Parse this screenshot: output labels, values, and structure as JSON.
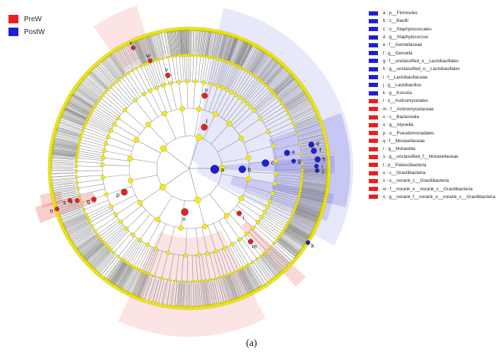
{
  "colors": {
    "prew": "#e8211f",
    "postw": "#1d1fd6",
    "node": "#f2ea1c",
    "edge": "#8c8c8c"
  },
  "groups": [
    {
      "label": "PreW",
      "color": "#e8211f"
    },
    {
      "label": "PostW",
      "color": "#1d1fd6"
    }
  ],
  "biomarkers": [
    {
      "key": "a",
      "group": "PostW",
      "text": "a : p__Firmicutes"
    },
    {
      "key": "b",
      "group": "PostW",
      "text": "b : c__Bacilli"
    },
    {
      "key": "c",
      "group": "PostW",
      "text": "c : o__Staphylococcales"
    },
    {
      "key": "d",
      "group": "PostW",
      "text": "d : g__Staphylococcus"
    },
    {
      "key": "e",
      "group": "PostW",
      "text": "e : f__Gemellaceae"
    },
    {
      "key": "f",
      "group": "PostW",
      "text": "f : g__Gemella"
    },
    {
      "key": "g",
      "group": "PostW",
      "text": "g : f__unclassified_o__Lactobacillales"
    },
    {
      "key": "h",
      "group": "PostW",
      "text": "h : g__unclassified_o__Lactobacillales"
    },
    {
      "key": "i",
      "group": "PostW",
      "text": "i : f__Lactobacillaceae"
    },
    {
      "key": "j",
      "group": "PostW",
      "text": "j : g__Lactobacillus"
    },
    {
      "key": "k",
      "group": "PostW",
      "text": "k : g__Kocuria"
    },
    {
      "key": "l",
      "group": "PreW",
      "text": "l : o__Actinomycetales"
    },
    {
      "key": "m",
      "group": "PreW",
      "text": "m : f__Actinomycetaceae"
    },
    {
      "key": "n",
      "group": "PreW",
      "text": "n : c__Bacteroidia"
    },
    {
      "key": "o",
      "group": "PreW",
      "text": "o : g__Alysiella"
    },
    {
      "key": "p",
      "group": "PreW",
      "text": "p : o__Pseudomonadales"
    },
    {
      "key": "q",
      "group": "PreW",
      "text": "q : f__Moraxellaceae"
    },
    {
      "key": "r",
      "group": "PreW",
      "text": "r : g__Moraxella"
    },
    {
      "key": "s",
      "group": "PreW",
      "text": "s : g__unclassified_f__Moraxellaceae"
    },
    {
      "key": "t",
      "group": "PreW",
      "text": "t : p__Patescibacteria"
    },
    {
      "key": "u",
      "group": "PreW",
      "text": "u : c__Gracilibacteria"
    },
    {
      "key": "v",
      "group": "PreW",
      "text": "v : o__norank_c__Gracilibacteria"
    },
    {
      "key": "w",
      "group": "PreW",
      "text": "w : f__norank_o__norank_c__Gracilibacteria"
    },
    {
      "key": "x",
      "group": "PreW",
      "text": "x : g__norank_f__norank_o__norank_c__Gracilibacteria"
    }
  ],
  "caption": "(a)"
}
